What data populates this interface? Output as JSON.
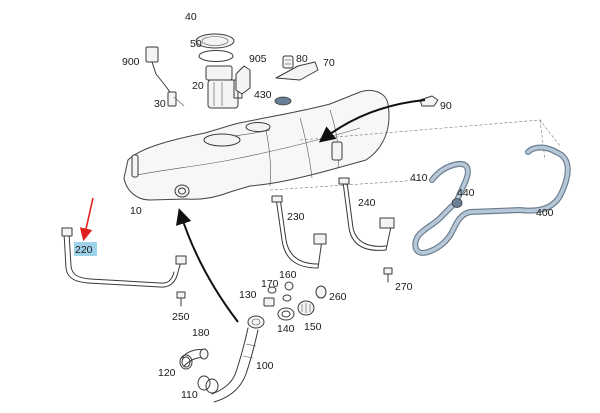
{
  "diagram": {
    "labels": {
      "p10": "10",
      "p20": "20",
      "p30": "30",
      "p40": "40",
      "p50": "50",
      "p70": "70",
      "p80": "80",
      "p90": "90",
      "p100": "100",
      "p110": "110",
      "p120": "120",
      "p130": "130",
      "p140": "140",
      "p150": "150",
      "p160": "160",
      "p170": "170",
      "p180": "180",
      "p220": "220",
      "p230": "230",
      "p240": "240",
      "p250": "250",
      "p260": "260",
      "p270": "270",
      "p400": "400",
      "p410": "410",
      "p430": "430",
      "p440": "440",
      "p900": "900",
      "p905": "905"
    },
    "highlighted_part": "220",
    "colors": {
      "highlight": "#9fd3ea",
      "pointer_arrow": "#e0201f",
      "hose": "#b7c7d6",
      "line_art": "#3a3a3a"
    }
  }
}
